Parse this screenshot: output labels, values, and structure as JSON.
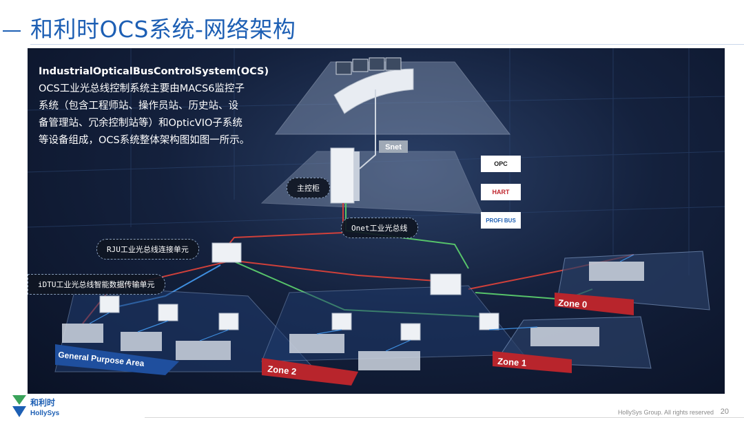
{
  "slide": {
    "title": "和利时OCS系统-网络架构",
    "footer": "HollySys Group. All rights reserved",
    "page_number": "20"
  },
  "intro": {
    "line1": "IndustrialOpticalBusControlSystem(OCS)",
    "line2": "OCS工业光总线控制系统主要由MACS6监控子",
    "line3": "系统（包含工程师站、操作员站、历史站、设",
    "line4": "备管理站、冗余控制站等）和OpticVIO子系统",
    "line5": "等设备组成，OCS系统整体架构图如图一所示。"
  },
  "diagram": {
    "snet_label": "Snet",
    "main_cabinet": "主控柜",
    "onet": "Onet工业光总线",
    "rju": "RJU工业光总线连接单元",
    "idtu": "iDTU工业光总线智能数据传输单元",
    "zones": {
      "general": "General Purpose Area",
      "zone0": "Zone 0",
      "zone1": "Zone 1",
      "zone2": "Zone 2"
    },
    "protocols": {
      "opc": "OPC",
      "hart": "HART",
      "profibus": "PROFI BUS"
    }
  },
  "brand": {
    "logo_text": "HollySys",
    "logo_cn": "和利时"
  },
  "colors": {
    "title_blue": "#1d5fb4",
    "fiber_red": "#d0403a",
    "fiber_green": "#57c46a",
    "fiber_blue": "#3f8fe0",
    "zone_red": "#b8252c",
    "general_blue": "#1f4f9e"
  }
}
